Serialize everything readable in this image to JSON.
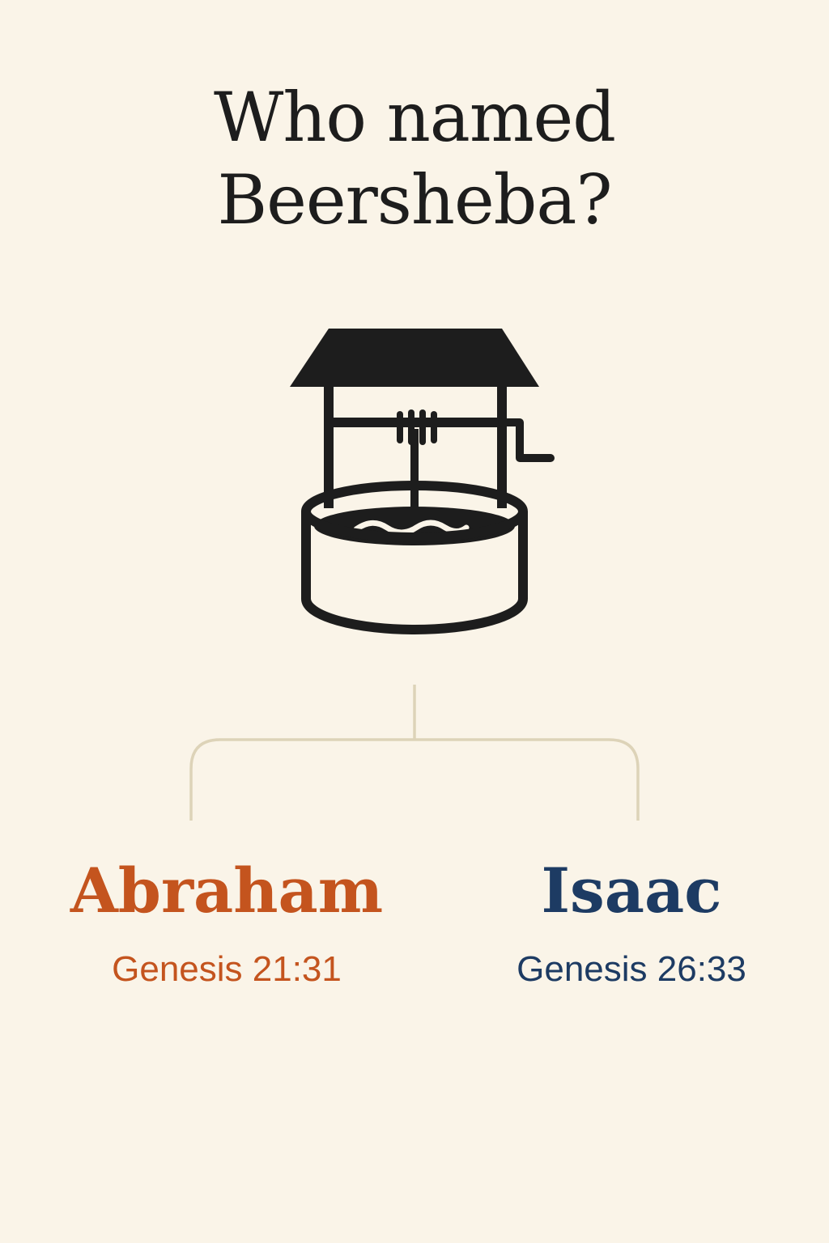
{
  "title_line1": "Who named",
  "title_line2": "Beersheba?",
  "illustration": {
    "icon": "well-icon",
    "color": "#1d1d1d"
  },
  "connector": {
    "color": "#ddd3b8"
  },
  "options": [
    {
      "name": "Abraham",
      "reference": "Genesis 21:31",
      "color": "#c4541e"
    },
    {
      "name": "Isaac",
      "reference": "Genesis 26:33",
      "color": "#1d3b63"
    }
  ],
  "colors": {
    "background": "#faf4e8",
    "title": "#1d1d1d"
  }
}
